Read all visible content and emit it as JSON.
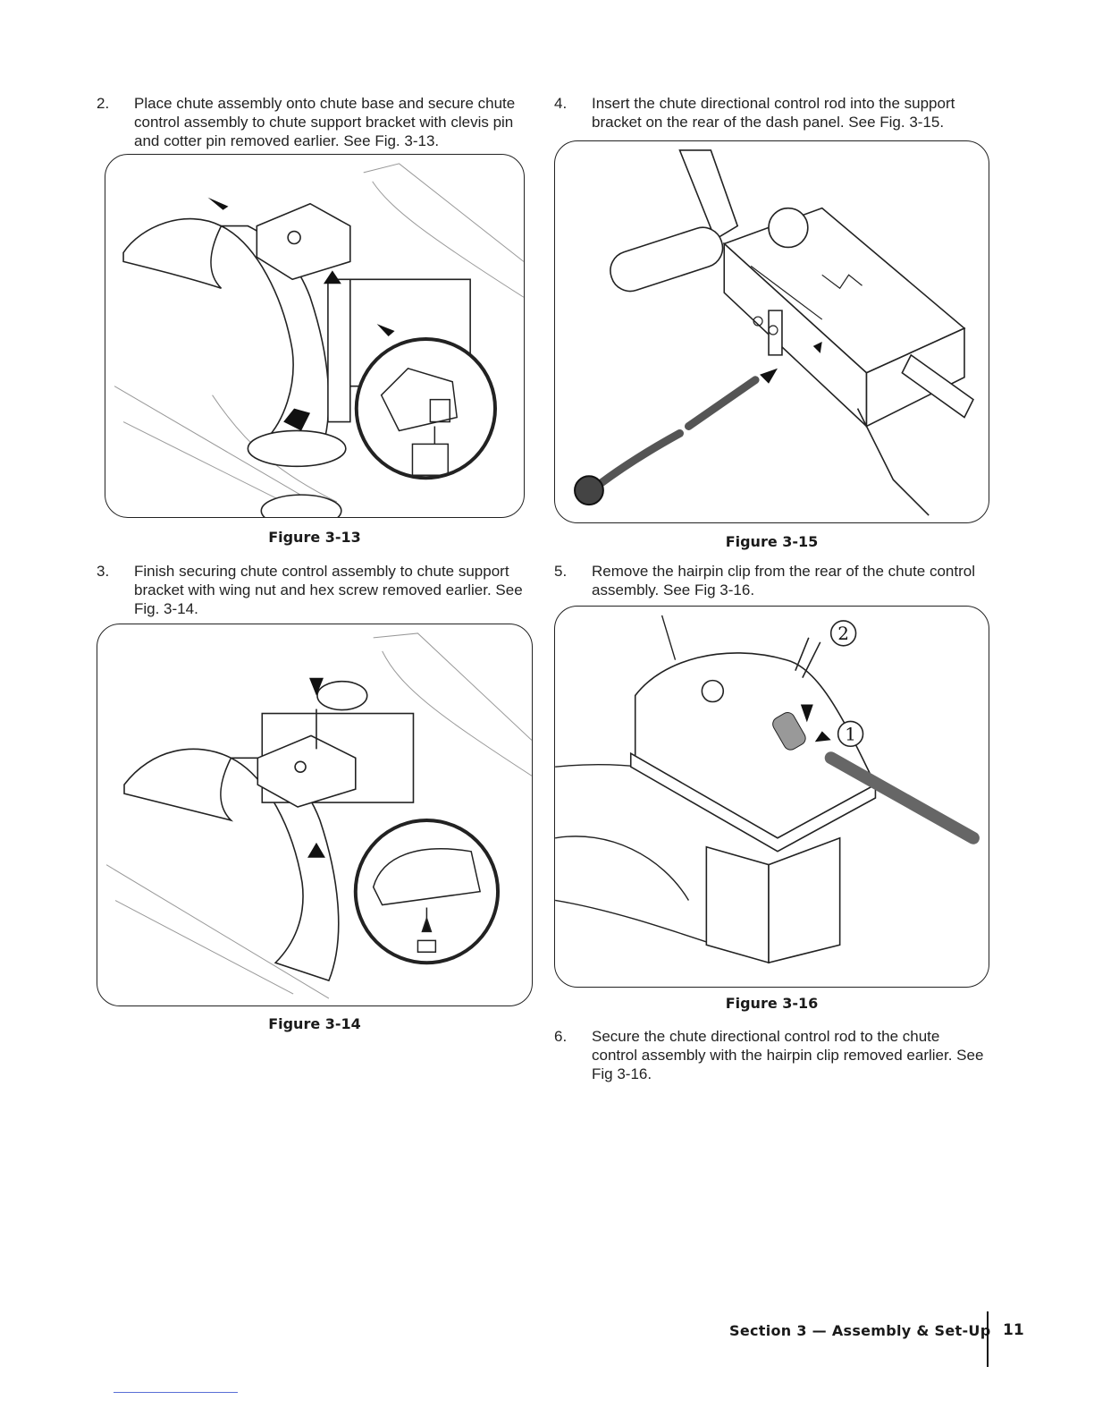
{
  "steps": [
    {
      "number": "2.",
      "text": "Place chute assembly onto chute base and secure chute control assembly to chute support bracket with clevis pin and cotter pin removed earlier. See Fig. 3-13."
    },
    {
      "number": "3.",
      "text": "Finish securing chute control assembly to chute support bracket with wing nut and hex screw removed earlier. See Fig. 3-14."
    },
    {
      "number": "4.",
      "text": "Insert the chute directional control rod into the support bracket on the rear of the dash panel. See Fig. 3-15."
    },
    {
      "number": "5.",
      "text": "Remove the hairpin clip from the rear of the chute control assembly. See Fig 3-16."
    },
    {
      "number": "6.",
      "text": "Secure the chute directional control rod to the chute control assembly with the hairpin clip removed earlier. See Fig 3-16."
    }
  ],
  "figures": {
    "fig13": {
      "caption": "Figure 3-13"
    },
    "fig14": {
      "caption": "Figure 3-14"
    },
    "fig15": {
      "caption": "Figure 3-15"
    },
    "fig16": {
      "caption": "Figure 3-16",
      "callout_1": "1",
      "callout_2": "2"
    }
  },
  "footer": {
    "section_title": "Section 3 — Assembly & Set-Up",
    "page_number": "11"
  }
}
